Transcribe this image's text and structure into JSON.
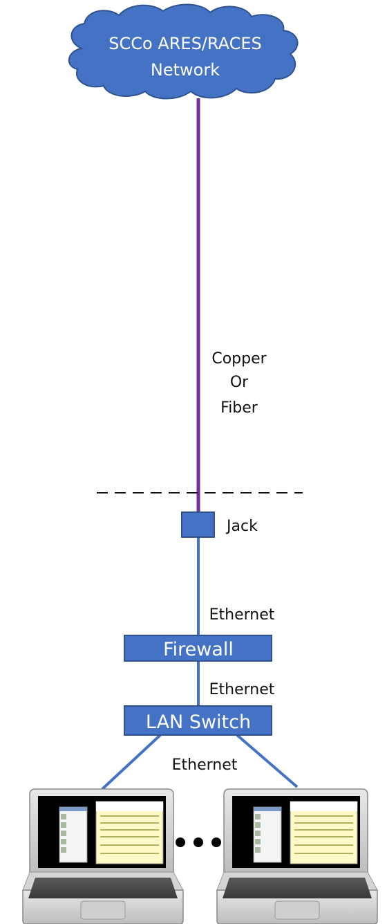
{
  "cloud": {
    "line1": "SCCo ARES/RACES",
    "line2": "Network"
  },
  "link_label": {
    "line1": "Copper",
    "line2": "Or",
    "line3": "Fiber"
  },
  "jack": {
    "label": "Jack"
  },
  "firewall": {
    "label": "Firewall"
  },
  "lan_switch": {
    "label": "LAN Switch"
  },
  "ethernet_labels": [
    "Ethernet",
    "Ethernet",
    "Ethernet"
  ],
  "colors": {
    "box_fill": "#4472c4",
    "box_stroke": "#2f528f",
    "purple_line": "#7030a0",
    "blue_line": "#4472c4"
  }
}
